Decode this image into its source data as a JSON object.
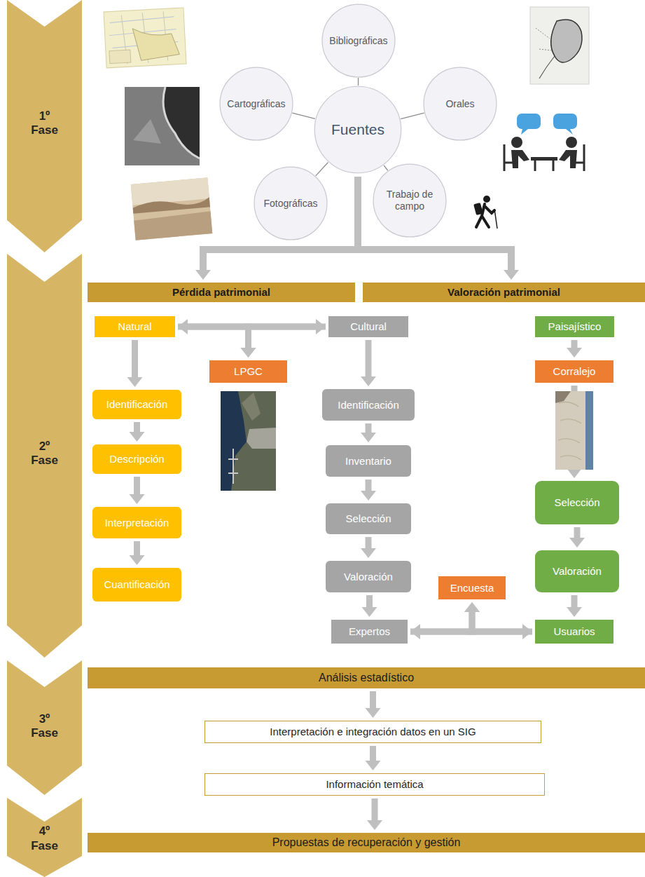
{
  "diagram": {
    "nodes": [
      {
        "text": [
          "1º Fase"
        ]
      },
      {
        "text": [
          "Bibliográficas"
        ]
      },
      {
        "text": [
          "Cartográficas"
        ]
      },
      {
        "text": [
          "Fuentes"
        ]
      },
      {
        "text": [
          "Orales"
        ]
      },
      {
        "text": [
          "Fotográficas"
        ]
      },
      {
        "text": [
          "Trabajo de campo"
        ]
      },
      {
        "text": [
          "2º Fase"
        ]
      },
      {
        "text": [
          "Pérdida patrimonial"
        ]
      },
      {
        "text": [
          "Valoración patrimonial"
        ]
      },
      {
        "text": [
          "Natural"
        ]
      },
      {
        "text": [
          "Identificación"
        ]
      },
      {
        "text": [
          "Descripción"
        ]
      },
      {
        "text": [
          "Interpretación"
        ]
      },
      {
        "text": [
          "Cuantificación"
        ]
      },
      {
        "text": [
          "LPGC"
        ]
      },
      {
        "text": [
          "Cultural"
        ]
      },
      {
        "text": [
          "Identificación"
        ]
      },
      {
        "text": [
          "Inventario"
        ]
      },
      {
        "text": [
          "Selección"
        ]
      },
      {
        "text": [
          "Valoración"
        ]
      },
      {
        "text": [
          "Expertos"
        ]
      },
      {
        "text": [
          "Encuesta"
        ]
      },
      {
        "text": [
          "Paisajístico"
        ]
      },
      {
        "text": [
          "Corralejo"
        ]
      },
      {
        "text": [
          "Selección"
        ]
      },
      {
        "text": [
          "Valoración"
        ]
      },
      {
        "text": [
          "Usuarios"
        ]
      },
      {
        "text": [
          "3º Fase"
        ]
      },
      {
        "text": [
          "Análisis estadístico"
        ]
      },
      {
        "text": [
          "Interpretación e integración datos en un SIG"
        ]
      },
      {
        "text": [
          "Información temática"
        ]
      },
      {
        "text": [
          "4º Fase"
        ]
      },
      {
        "text": [
          "Propuestas de recuperación y gestión"
        ]
      }
    ],
    "edges": [
      {
        "from": 3,
        "to": 1,
        "arrow": "none"
      },
      {
        "from": 3,
        "to": 2,
        "arrow": "none"
      },
      {
        "from": 3,
        "to": 4,
        "arrow": "none"
      },
      {
        "from": 3,
        "to": 5,
        "arrow": "none"
      },
      {
        "from": 3,
        "to": 6,
        "arrow": "none"
      },
      {
        "from": 3,
        "to": 8,
        "arrow": "to"
      },
      {
        "from": 3,
        "to": 9,
        "arrow": "to"
      },
      {
        "from": 10,
        "to": 16,
        "arrow": "both"
      },
      {
        "from": 10,
        "to": 15,
        "arrow": "to"
      },
      {
        "from": 16,
        "to": 15,
        "arrow": "to"
      },
      {
        "from": 10,
        "to": 11,
        "arrow": "to"
      },
      {
        "from": 11,
        "to": 12,
        "arrow": "to"
      },
      {
        "from": 12,
        "to": 13,
        "arrow": "to"
      },
      {
        "from": 13,
        "to": 14,
        "arrow": "to"
      },
      {
        "from": 16,
        "to": 17,
        "arrow": "to"
      },
      {
        "from": 17,
        "to": 18,
        "arrow": "to"
      },
      {
        "from": 18,
        "to": 19,
        "arrow": "to"
      },
      {
        "from": 19,
        "to": 20,
        "arrow": "to"
      },
      {
        "from": 20,
        "to": 21,
        "arrow": "to"
      },
      {
        "from": 23,
        "to": 24,
        "arrow": "to"
      },
      {
        "from": 24,
        "to": 25,
        "arrow": "to"
      },
      {
        "from": 25,
        "to": 26,
        "arrow": "to"
      },
      {
        "from": 26,
        "to": 27,
        "arrow": "to"
      },
      {
        "from": 21,
        "to": 27,
        "arrow": "both"
      },
      {
        "from": 21,
        "to": 22,
        "arrow": "to"
      },
      {
        "from": 27,
        "to": 22,
        "arrow": "to"
      },
      {
        "from": 29,
        "to": 30,
        "arrow": "to"
      },
      {
        "from": 30,
        "to": 31,
        "arrow": "to"
      },
      {
        "from": 31,
        "to": 33,
        "arrow": "to"
      }
    ]
  }
}
